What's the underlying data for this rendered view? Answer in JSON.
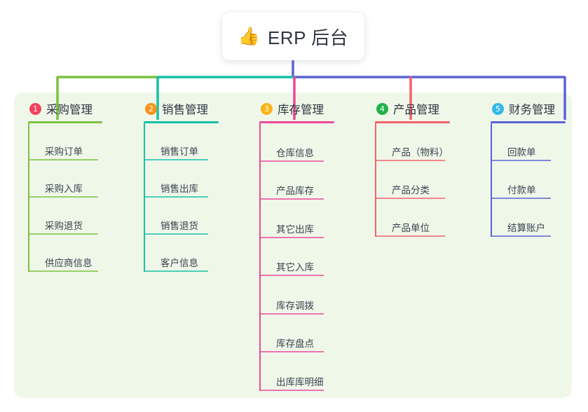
{
  "root": {
    "icon": "thumbs-up-icon",
    "icon_glyph": "👍",
    "title": "ERP 后台"
  },
  "diagram": {
    "type": "mind-map",
    "panel_color": "#eff7e9",
    "background": "#ffffff"
  },
  "branches": [
    {
      "number": "1",
      "title": "采购管理",
      "badge_color": "#f2425f",
      "line_color": "#7cc142",
      "stub_color": "#7cc142",
      "leaves": [
        "采购订单",
        "采购入库",
        "采购退货",
        "供应商信息"
      ]
    },
    {
      "number": "2",
      "title": "销售管理",
      "badge_color": "#f7941e",
      "line_color": "#15c1a6",
      "stub_color": "#15c1a6",
      "leaves": [
        "销售订单",
        "销售出库",
        "销售退货",
        "客户信息"
      ]
    },
    {
      "number": "3",
      "title": "库存管理",
      "badge_color": "#fbb418",
      "line_color": "#ec4899",
      "stub_color": "#ec4899",
      "leaves": [
        "仓库信息",
        "产品库存",
        "其它出库",
        "其它入库",
        "库存调拨",
        "库存盘点",
        "出库库明细"
      ]
    },
    {
      "number": "4",
      "title": "产品管理",
      "badge_color": "#22b24c",
      "line_color": "#f4616b",
      "stub_color": "#f4616b",
      "leaves": [
        "产品（物料）",
        "产品分类",
        "产品单位"
      ]
    },
    {
      "number": "5",
      "title": "财务管理",
      "badge_color": "#35b8e8",
      "line_color": "#5b63d3",
      "stub_color": "#5b63d3",
      "leaves": [
        "回款单",
        "付款单",
        "结算账户"
      ]
    }
  ],
  "trunk": {
    "color": "#5b63d3",
    "segments": [
      {
        "color": "#7cc142",
        "from": 82,
        "to": 225
      },
      {
        "color": "#15c1a6",
        "from": 225,
        "to": 420
      },
      {
        "color": "#5b63d3",
        "from": 420,
        "to": 806
      }
    ]
  }
}
